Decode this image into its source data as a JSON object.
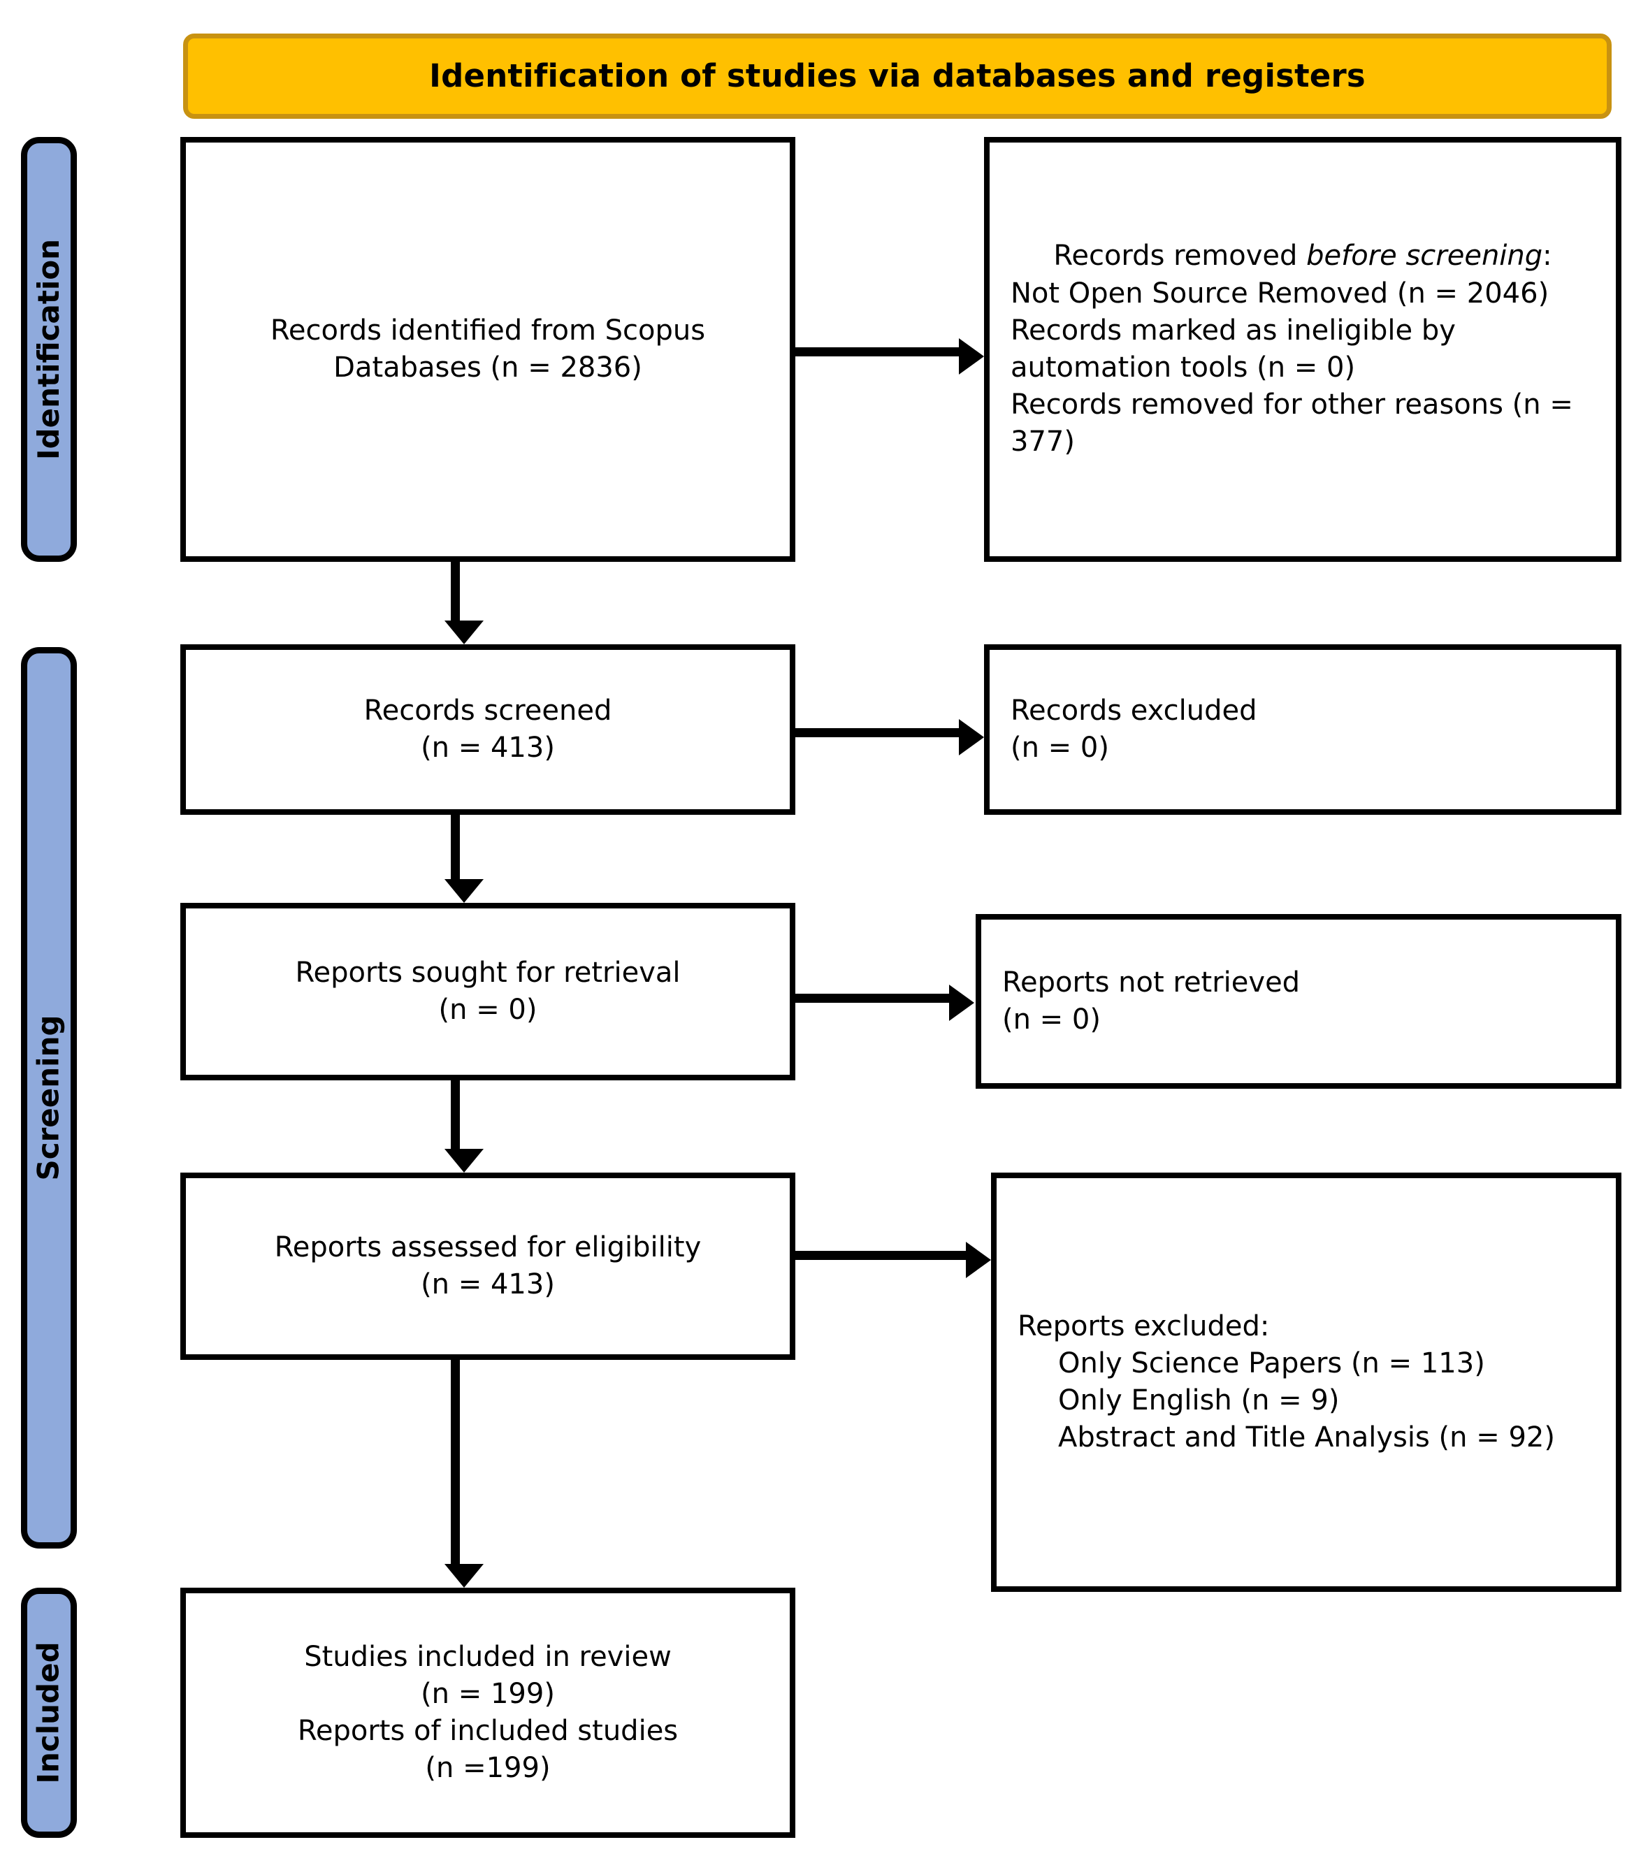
{
  "header": {
    "title": "Identification of studies via databases and registers",
    "background_color": "#FFC000",
    "border_color": "#C89211"
  },
  "phases": {
    "accent_color": "#8FAADC",
    "items": [
      {
        "id": "identification",
        "label": "Identification"
      },
      {
        "id": "screening",
        "label": "Screening"
      },
      {
        "id": "included",
        "label": "Included"
      }
    ]
  },
  "boxes": {
    "identified": {
      "line1": "Records identified from Scopus",
      "line2": "Databases (n = 2836)"
    },
    "removed_before": {
      "heading_prefix": "Records removed ",
      "heading_emphasis": "before screening",
      "heading_suffix": ":",
      "line1": "Not Open Source Removed (n = 2046)",
      "line2": "Records marked as ineligible by automation tools (n = 0)",
      "line3": "Records removed for other reasons (n = 377)"
    },
    "screened": {
      "line1": "Records screened",
      "line2": "(n = 413)"
    },
    "excluded": {
      "line1": "Records excluded",
      "line2": "(n = 0)"
    },
    "sought": {
      "line1": "Reports sought for retrieval",
      "line2": "(n = 0)"
    },
    "not_retrieved": {
      "line1": "Reports not retrieved",
      "line2": "(n = 0)"
    },
    "assessed": {
      "line1": "Reports assessed for eligibility",
      "line2": "(n = 413)"
    },
    "reports_excluded": {
      "heading": "Reports excluded:",
      "item1": "Only Science Papers (n = 113)",
      "item2": "Only English (n = 9)",
      "item3": "Abstract and Title Analysis (n = 92)"
    },
    "included": {
      "line1": "Studies included in review",
      "line2": "(n = 199)",
      "line3": "Reports of included studies",
      "line4": "(n =199)"
    }
  },
  "flow": {
    "counts": {
      "identified": 2836,
      "not_open_source_removed": 2046,
      "ineligible_by_automation": 0,
      "removed_other_reasons": 377,
      "screened": 413,
      "records_excluded": 0,
      "reports_sought": 0,
      "reports_not_retrieved": 0,
      "reports_assessed": 413,
      "excluded_only_science_papers": 113,
      "excluded_only_english": 9,
      "excluded_abstract_title_analysis": 92,
      "studies_included": 199,
      "reports_of_included_studies": 199
    }
  }
}
